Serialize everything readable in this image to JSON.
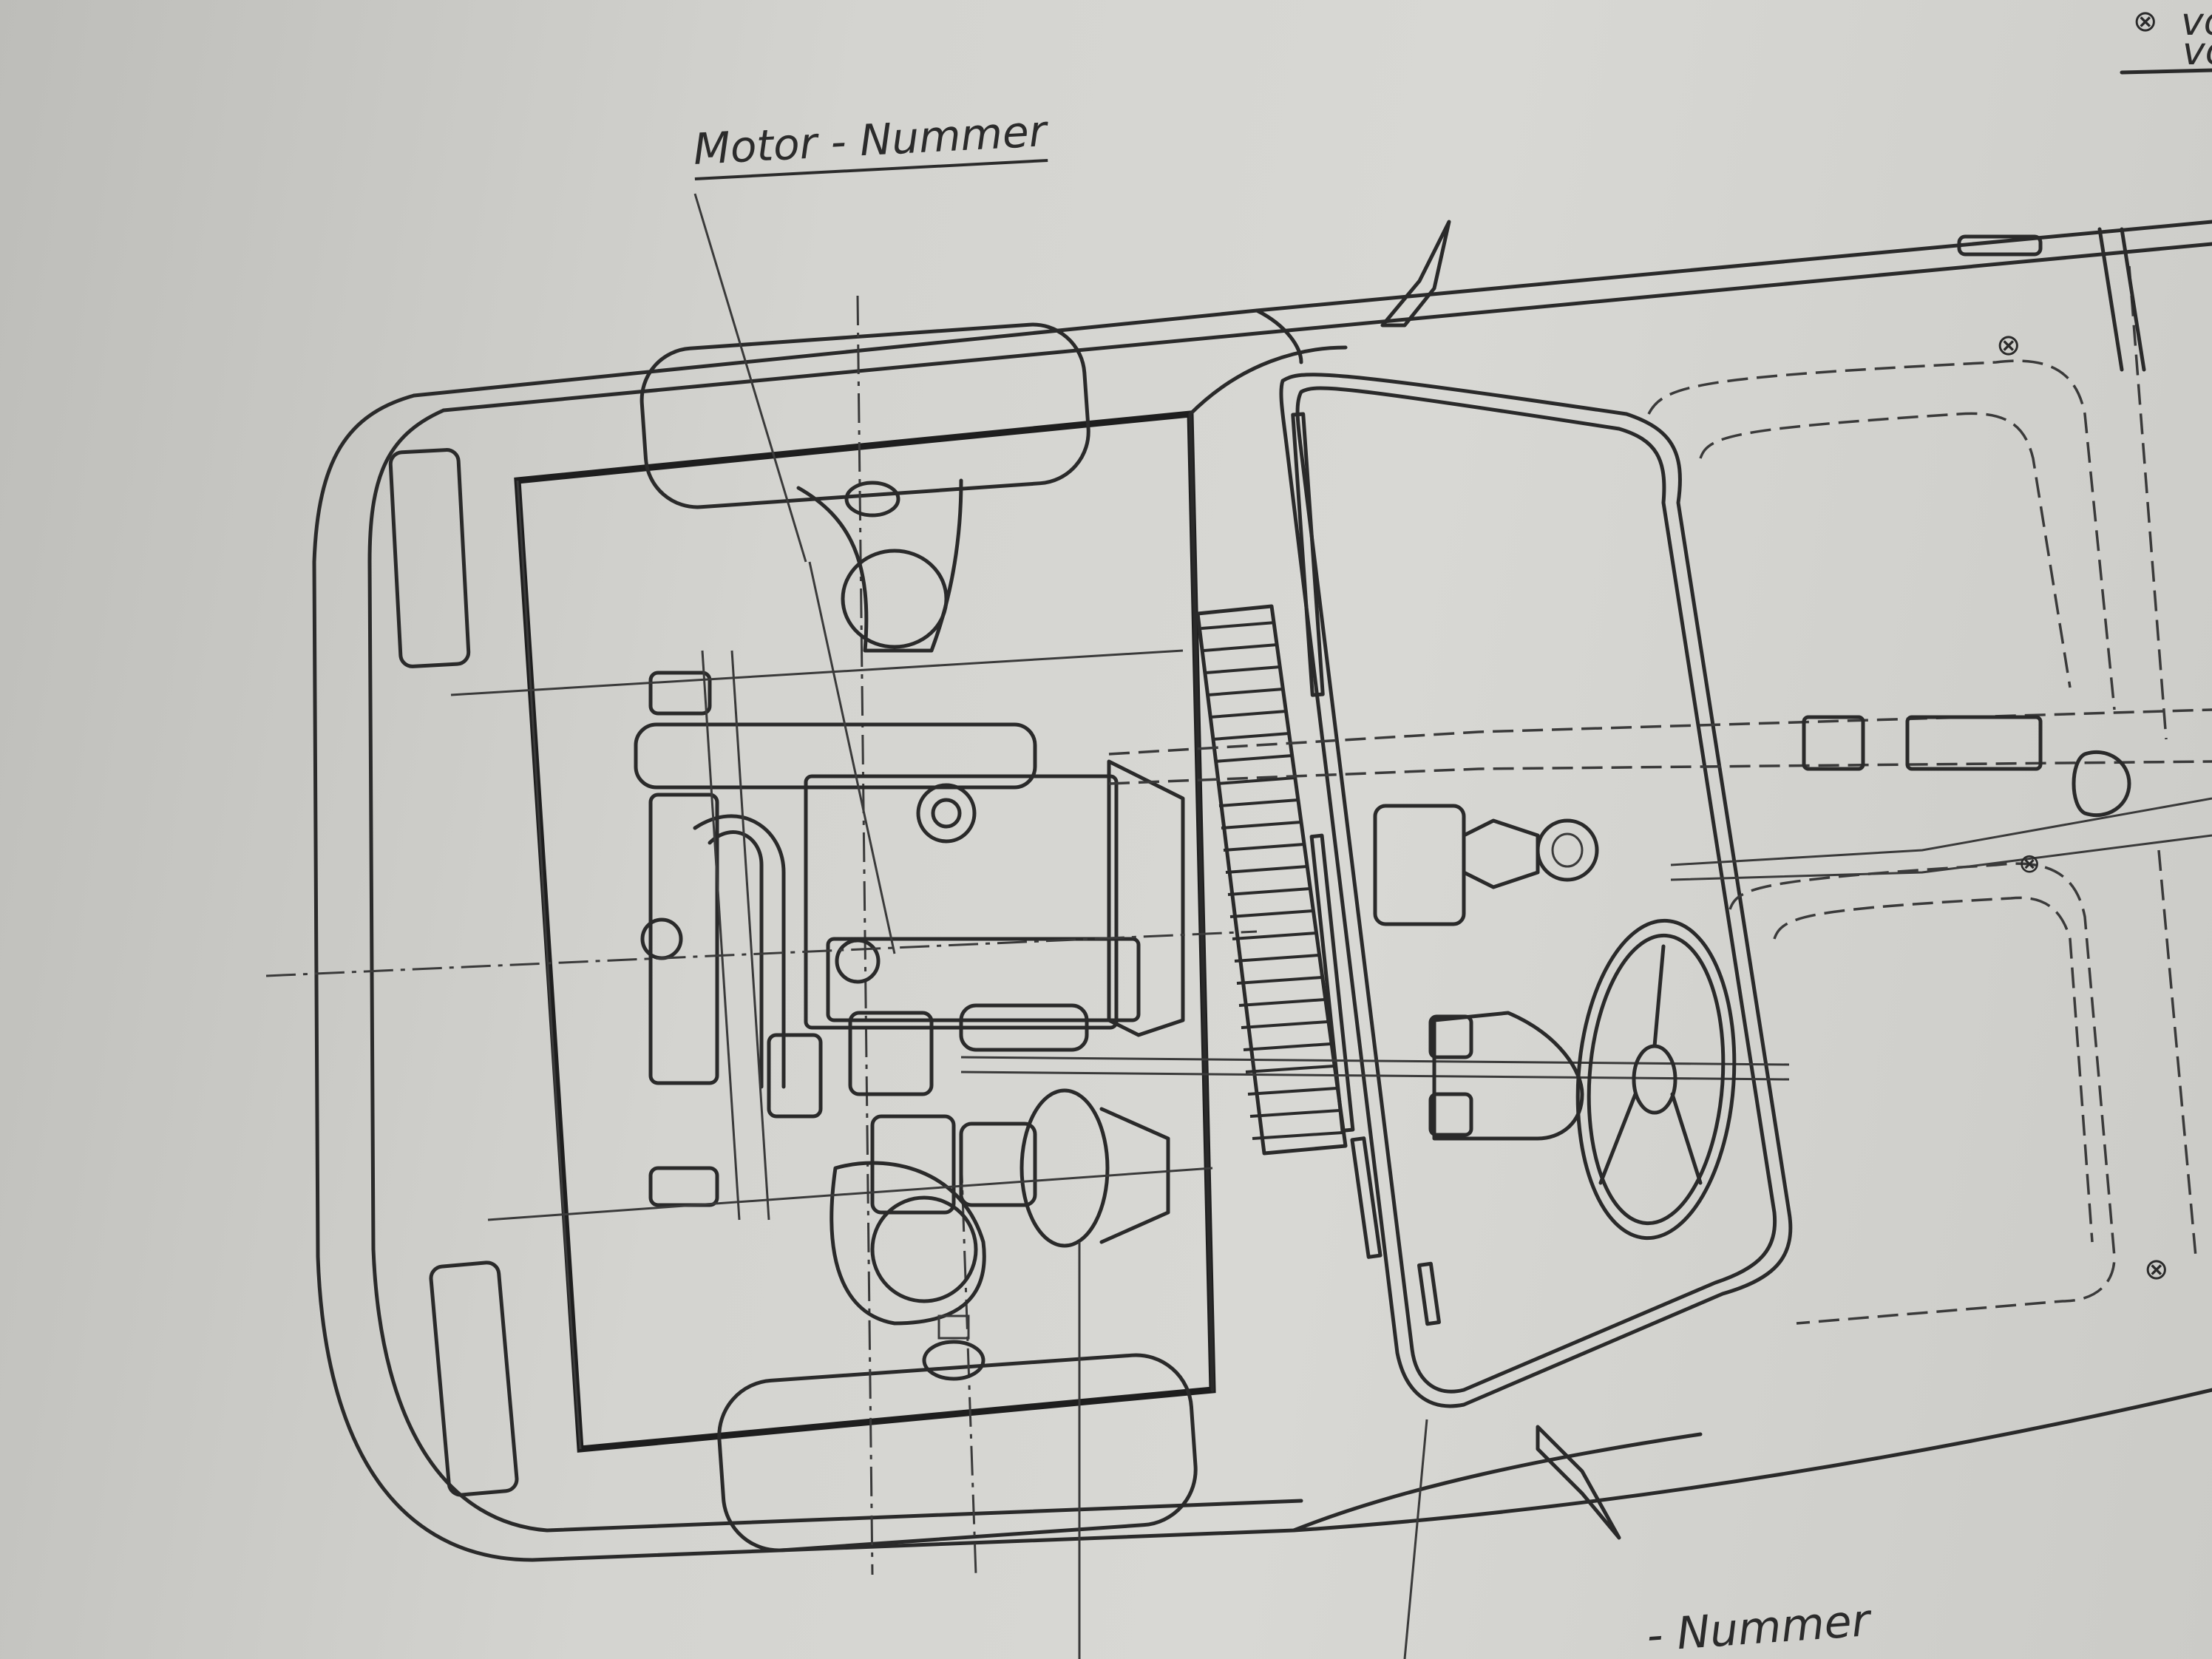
{
  "labels": {
    "motor_number": "Motor - Nummer",
    "bottom_number": "- Nummer",
    "corner_top": "vo",
    "corner_bottom": "vo"
  },
  "colors": {
    "paper": "#d4d4d0",
    "ink": "#2a2a2a"
  }
}
